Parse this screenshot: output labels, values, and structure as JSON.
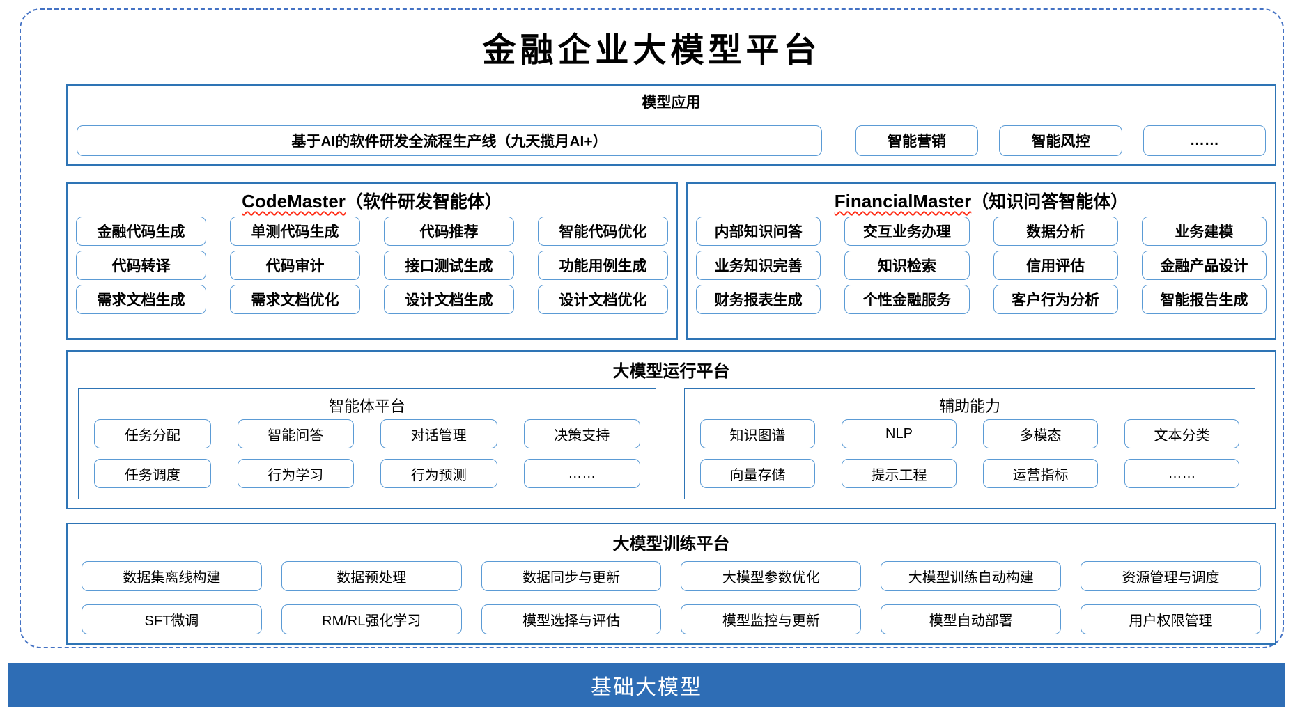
{
  "title": "金融企业大模型平台",
  "colors": {
    "dashed_border": "#4472C4",
    "section_border": "#2E74B5",
    "item_border": "#5B9BD5",
    "bar_bg": "#2E6DB5",
    "squiggle": "#FF2D16"
  },
  "sections": {
    "app": {
      "title": "模型应用",
      "main_item": "基于AI的软件研发全流程生产线（九天揽月AI+）",
      "items": [
        "智能营销",
        "智能风控",
        "……"
      ]
    },
    "codemaster": {
      "title_en": "CodeMaster",
      "title_zh": "（软件研发智能体）",
      "items": [
        [
          "金融代码生成",
          "单测代码生成",
          "代码推荐",
          "智能代码优化"
        ],
        [
          "代码转译",
          "代码审计",
          "接口测试生成",
          "功能用例生成"
        ],
        [
          "需求文档生成",
          "需求文档优化",
          "设计文档生成",
          "设计文档优化"
        ]
      ]
    },
    "financialmaster": {
      "title_en": "FinancialMaster",
      "title_zh": "（知识问答智能体）",
      "items": [
        [
          "内部知识问答",
          "交互业务办理",
          "数据分析",
          "业务建模"
        ],
        [
          "业务知识完善",
          "知识检索",
          "信用评估",
          "金融产品设计"
        ],
        [
          "财务报表生成",
          "个性金融服务",
          "客户行为分析",
          "智能报告生成"
        ]
      ]
    },
    "runtime": {
      "title": "大模型运行平台",
      "agent_platform": {
        "title": "智能体平台",
        "items": [
          [
            "任务分配",
            "智能问答",
            "对话管理",
            "决策支持"
          ],
          [
            "任务调度",
            "行为学习",
            "行为预测",
            "……"
          ]
        ]
      },
      "auxiliary": {
        "title": "辅助能力",
        "items": [
          [
            "知识图谱",
            "NLP",
            "多模态",
            "文本分类"
          ],
          [
            "向量存储",
            "提示工程",
            "运营指标",
            "……"
          ]
        ]
      }
    },
    "training": {
      "title": "大模型训练平台",
      "items": [
        [
          "数据集离线构建",
          "数据预处理",
          "数据同步与更新",
          "大模型参数优化",
          "大模型训练自动构建",
          "资源管理与调度"
        ],
        [
          "SFT微调",
          "RM/RL强化学习",
          "模型选择与评估",
          "模型监控与更新",
          "模型自动部署",
          "用户权限管理"
        ]
      ]
    },
    "base": {
      "title": "基础大模型"
    }
  }
}
